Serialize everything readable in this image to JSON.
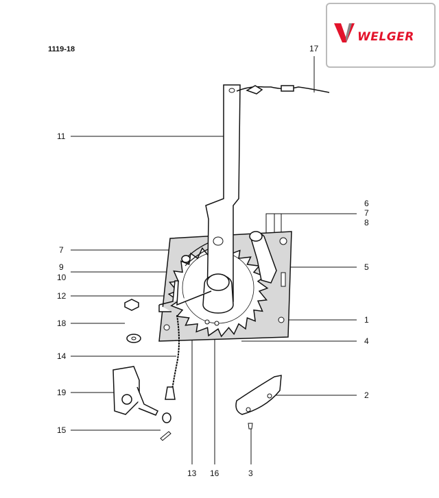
{
  "drawing_ref": "1119-18",
  "logo": {
    "text": "WELGER",
    "color": "#e3132b"
  },
  "callouts": {
    "c17": "17",
    "c11": "11",
    "c6": "6",
    "c7a": "7",
    "c8": "8",
    "c7b": "7",
    "c9": "9",
    "c10": "10",
    "c5": "5",
    "c12": "12",
    "c1": "1",
    "c18": "18",
    "c4": "4",
    "c14": "14",
    "c19": "19",
    "c2": "2",
    "c15": "15",
    "c13": "13",
    "c16": "16",
    "c3": "3"
  }
}
